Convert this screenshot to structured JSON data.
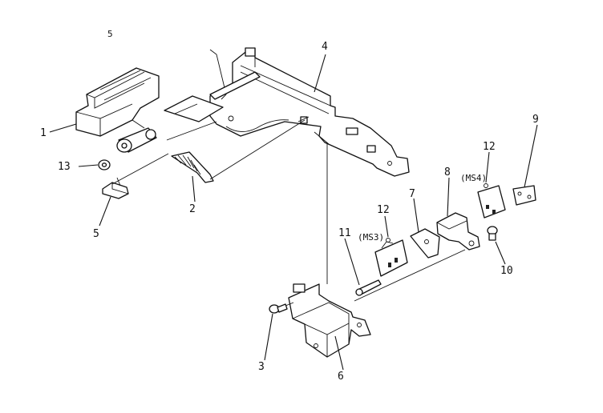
{
  "labels": {
    "p1": "1",
    "p2": "2",
    "p3": "3",
    "p4": "4",
    "p5": "5",
    "p6": "6",
    "p7": "7",
    "p8": "8",
    "p9": "9",
    "p10": "10",
    "p11": "11",
    "p12a": "12",
    "p12b": "12",
    "p13": "13",
    "ms3": "(MS3)",
    "ms4": "(MS4)",
    "page_mark": "5"
  }
}
